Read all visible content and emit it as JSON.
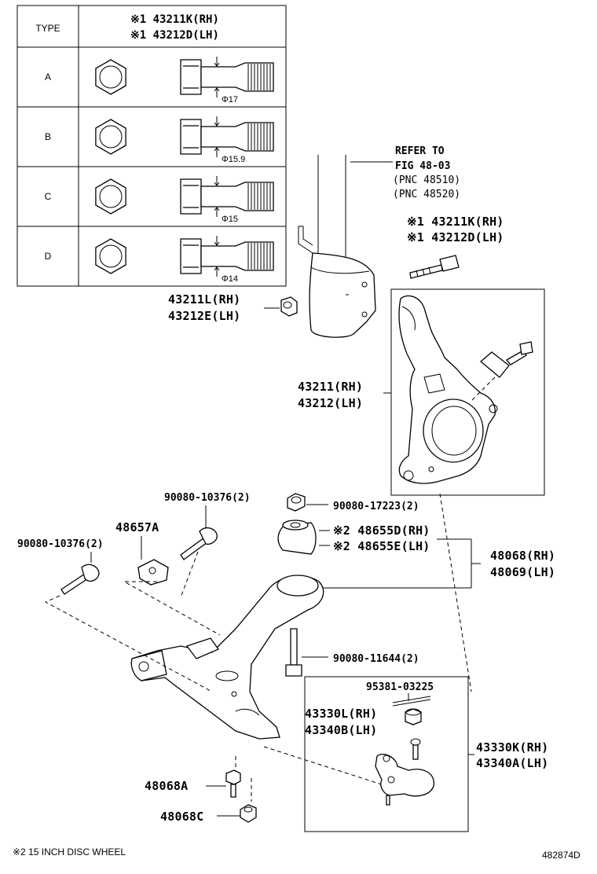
{
  "table": {
    "header_type": "TYPE",
    "header_part_rh": "※1 43211K(RH)",
    "header_part_lh": "※1 43212D(LH)",
    "rows": [
      {
        "type": "A",
        "diameter": "Φ17"
      },
      {
        "type": "B",
        "diameter": "Φ15.9"
      },
      {
        "type": "C",
        "diameter": "Φ15"
      },
      {
        "type": "D",
        "diameter": "Φ14"
      }
    ]
  },
  "refer": {
    "line1": "REFER TO",
    "line2": "FIG 48-03",
    "line3": "(PNC 48510)",
    "line4": "(PNC 48520)"
  },
  "labels": {
    "bolt_kit_rh": "※1 43211K(RH)",
    "bolt_kit_lh": "※1 43212D(LH)",
    "nut_rh": "43211L(RH)",
    "nut_lh": "43212E(LH)",
    "knuckle_rh": "43211(RH)",
    "knuckle_lh": "43212(LH)",
    "bolt_upper": "90080-10376(2)",
    "nut_upper": "90080-17223(2)",
    "bracket": "48657A",
    "bushing_rh": "※2 48655D(RH)",
    "bushing_lh": "※2 48655E(LH)",
    "bolt_left": "90080-10376(2)",
    "arm_rh": "48068(RH)",
    "arm_lh": "48069(LH)",
    "bolt_arm": "90080-11644(2)",
    "cotter_pin": "95381-03225",
    "nut_ball_rh": "43330L(RH)",
    "nut_ball_lh": "43340B(LH)",
    "ball_rh": "43330K(RH)",
    "ball_lh": "43340A(LH)",
    "bolt_lower": "48068A",
    "nut_lower": "48068C"
  },
  "footer": {
    "note": "※2 15 INCH DISC WHEEL",
    "figure_id": "482874D"
  }
}
